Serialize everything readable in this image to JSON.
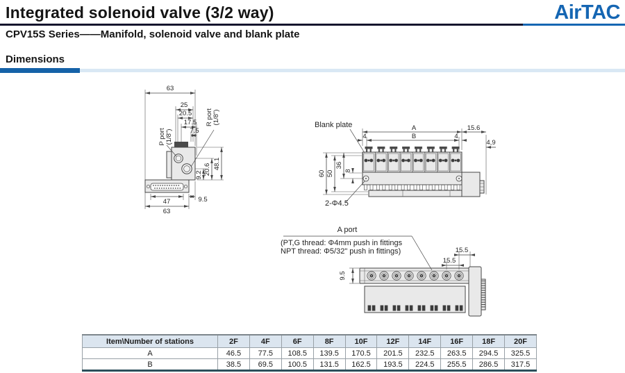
{
  "page": {
    "title": "Integrated solenoid valve (3/2 way)",
    "subtitle": "CPV15S Series——Manifold, solenoid valve and blank plate",
    "section_label": "Dimensions",
    "logo_text": "AirTAC",
    "colors": {
      "logo_blue": "#1566b3",
      "accent_dark": "#1562a8",
      "accent_light": "#d9e8f4"
    }
  },
  "side_view": {
    "dims": {
      "top_width": "63",
      "d25": "25",
      "d20_5": "20.5",
      "d17_5": "17.5",
      "d7_5": "7.5",
      "d9_2": "9.2",
      "d20_6": "20.6",
      "d48_1": "48.1",
      "d47": "47",
      "d9_5": "9.5",
      "bottom_width": "63"
    },
    "labels": {
      "p_port": "P port",
      "p_port_thread": "(1/8\")",
      "r_port": "R port",
      "r_port_thread": "(1/8\")"
    }
  },
  "front_view": {
    "labels": {
      "blank_plate": "Blank plate",
      "mounting_holes": "2-Φ4.5"
    },
    "dims": {
      "a": "A",
      "b": "B",
      "left_offset": "4",
      "right_offset": "4",
      "d15_6": "15.6",
      "d4_9": "4,9",
      "d60": "60",
      "d50": "50",
      "d36": "36",
      "d8": "8"
    }
  },
  "top_view": {
    "labels": {
      "a_port": "A port",
      "thread_line1": "(PT,G thread: Φ4mm push in fittings",
      "thread_line2": "NPT thread: Φ5/32\" push in fittings)"
    },
    "dims": {
      "station_pitch": "15.5",
      "end_offset": "15.5",
      "d9_5": "9.5"
    }
  },
  "table": {
    "header": [
      "Item\\Number of stations",
      "2F",
      "4F",
      "6F",
      "8F",
      "10F",
      "12F",
      "14F",
      "16F",
      "18F",
      "20F"
    ],
    "rows": [
      {
        "item": "A",
        "values": [
          46.5,
          77.5,
          108.5,
          139.5,
          170.5,
          201.5,
          232.5,
          263.5,
          294.5,
          325.5
        ]
      },
      {
        "item": "B",
        "values": [
          38.5,
          69.5,
          100.5,
          131.5,
          162.5,
          193.5,
          224.5,
          255.5,
          286.5,
          317.5
        ]
      }
    ]
  }
}
